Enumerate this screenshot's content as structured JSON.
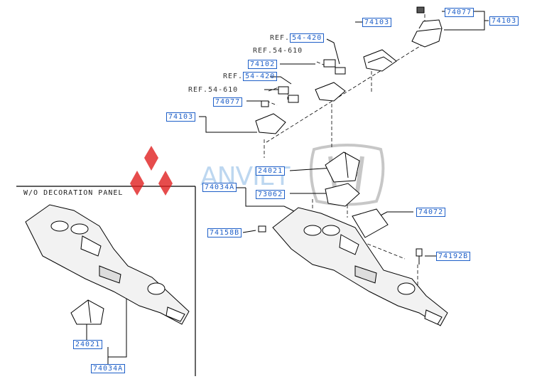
{
  "caption": "W/O DECORATION PANEL",
  "watermark": "ANVIET",
  "colors": {
    "callout_border": "#1e5fc8",
    "line": "#000000",
    "logo_red": "#e02020",
    "logo_gray": "#999999"
  },
  "callouts": {
    "c_74077_top": "74077",
    "c_74103_top": "74103",
    "c_74103_mid": "74103",
    "c_74102": "74102",
    "c_74077_left": "74077",
    "c_74103_left": "74103",
    "c_24021_main": "24021",
    "c_74034a_main": "74034A",
    "c_73062": "73062",
    "c_74072": "74072",
    "c_74158b": "74158B",
    "c_74192b": "74192B",
    "c_24021_inset": "24021",
    "c_74034a_inset": "74034A"
  },
  "refs": {
    "r1_prefix": "REF.",
    "r1_code": "54-420",
    "r2": "REF.54-610",
    "r3_prefix": "REF.",
    "r3_code": "54-420",
    "r4": "REF.54-610"
  }
}
